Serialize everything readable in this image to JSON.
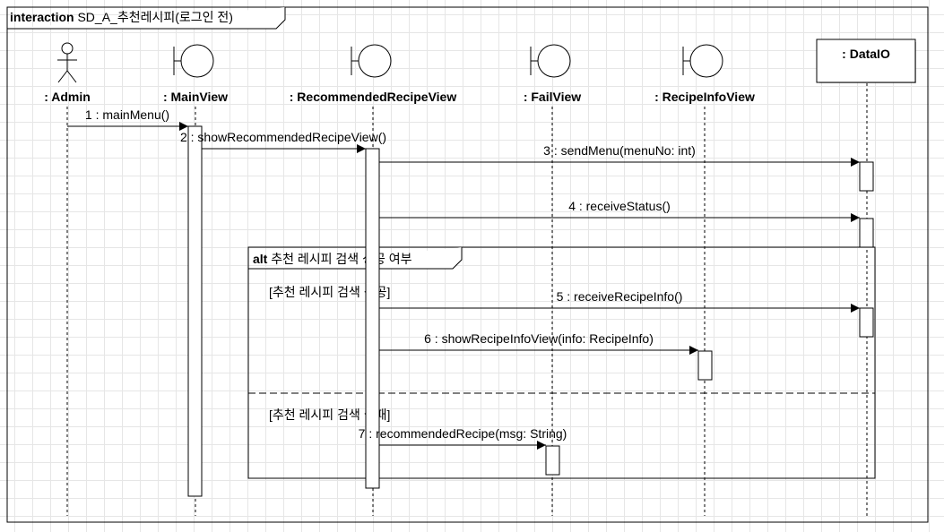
{
  "frame": {
    "keyword": "interaction",
    "title": "SD_A_추천레시피(로그인 전)"
  },
  "lifelines": [
    {
      "id": "admin",
      "label": ": Admin",
      "kind": "actor"
    },
    {
      "id": "mainview",
      "label": ": MainView",
      "kind": "boundary"
    },
    {
      "id": "recview",
      "label": ": RecommendedRecipeView",
      "kind": "boundary"
    },
    {
      "id": "failview",
      "label": ": FailView",
      "kind": "boundary"
    },
    {
      "id": "infoview",
      "label": ": RecipeInfoView",
      "kind": "boundary"
    },
    {
      "id": "dataio",
      "label": ": DataIO",
      "kind": "object"
    }
  ],
  "messages": [
    {
      "label": "1 : mainMenu()"
    },
    {
      "label": "2 : showRecommendedRecipeView()"
    },
    {
      "label": "3 : sendMenu(menuNo: int)"
    },
    {
      "label": "4 : receiveStatus()"
    },
    {
      "label": "5 : receiveRecipeInfo()"
    },
    {
      "label": "6 : showRecipeInfoView(info: RecipeInfo)"
    },
    {
      "label": "7 : recommendedRecipe(msg: String)"
    }
  ],
  "alt": {
    "keyword": "alt",
    "title": "추천 레시피 검색 성공 여부",
    "guard_success": "[추천 레시피 검색 성공]",
    "guard_fail": "[추천 레시피 검색 실패]"
  }
}
